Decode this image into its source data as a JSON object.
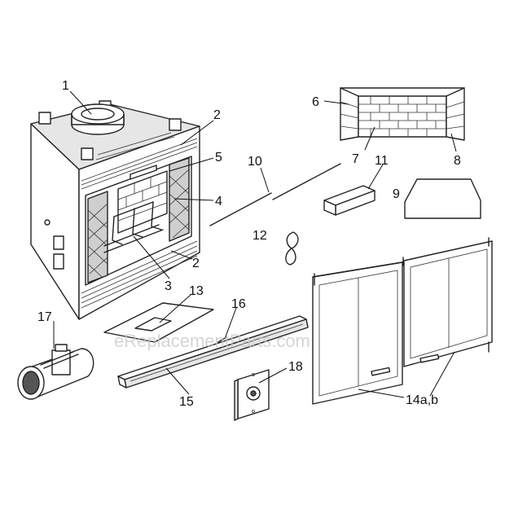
{
  "watermark": "eReplacementParts.com",
  "callouts": {
    "c1": "1",
    "c2a": "2",
    "c2b": "2",
    "c3": "3",
    "c4": "4",
    "c5": "5",
    "c6": "6",
    "c7": "7",
    "c8": "8",
    "c9": "9",
    "c10": "10",
    "c11": "11",
    "c12": "12",
    "c13": "13",
    "c14": "14a,b",
    "c15": "15",
    "c16": "16",
    "c17": "17",
    "c18": "18"
  }
}
